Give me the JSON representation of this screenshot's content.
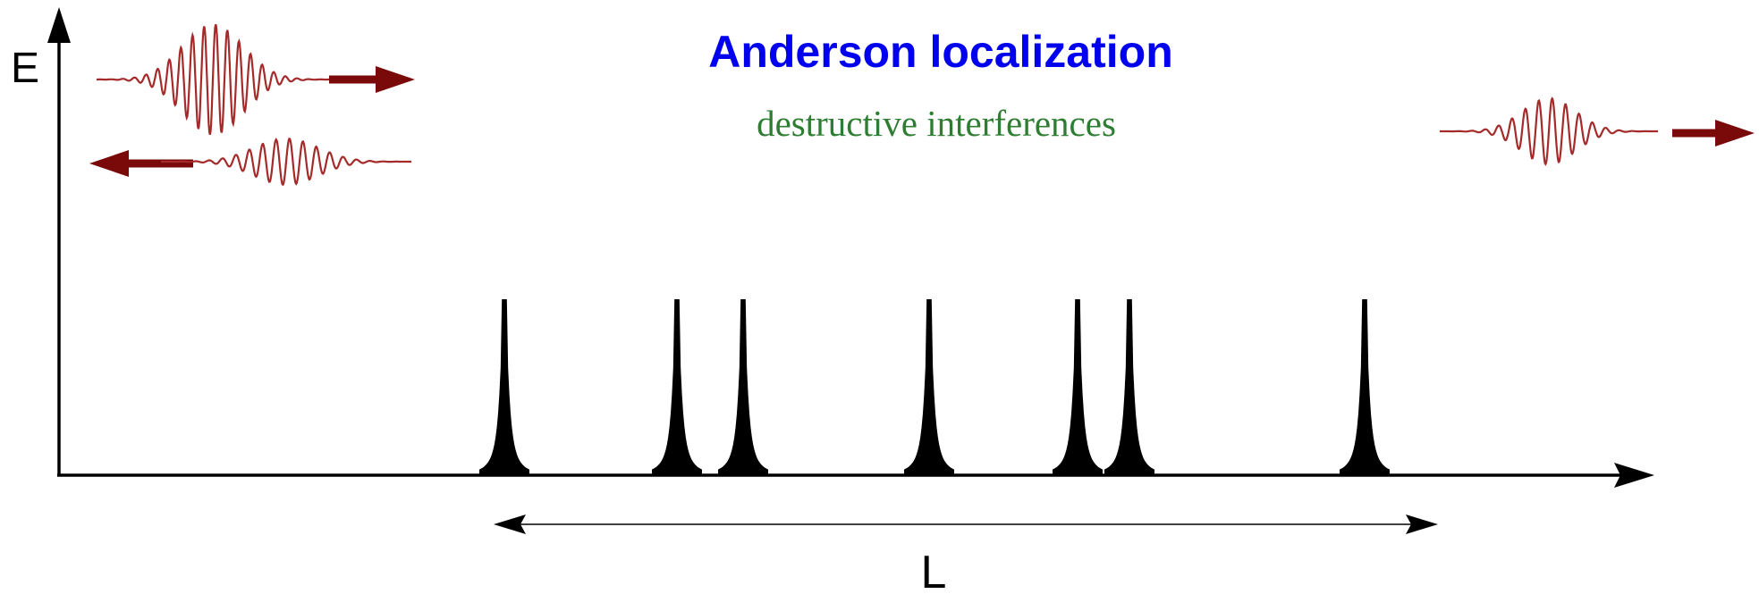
{
  "title": "Anderson localization",
  "subtitle": "destructive interferences",
  "axis": {
    "y_label": "E",
    "length_label": "L"
  },
  "barriers": {
    "count": 7,
    "note_positions_relative": [
      0.0,
      0.193,
      0.267,
      0.475,
      0.641,
      0.699,
      0.962
    ]
  },
  "waves": [
    {
      "name": "incident-wave",
      "direction": "right"
    },
    {
      "name": "reflected-wave",
      "direction": "left"
    },
    {
      "name": "transmitted-wave",
      "direction": "right"
    }
  ],
  "colors": {
    "title": "#0000ee",
    "subtitle": "#2e7d32",
    "wave": "#a52a2a",
    "arrow": "#7a0a0a",
    "axis": "#000000",
    "barrier": "#000000"
  }
}
